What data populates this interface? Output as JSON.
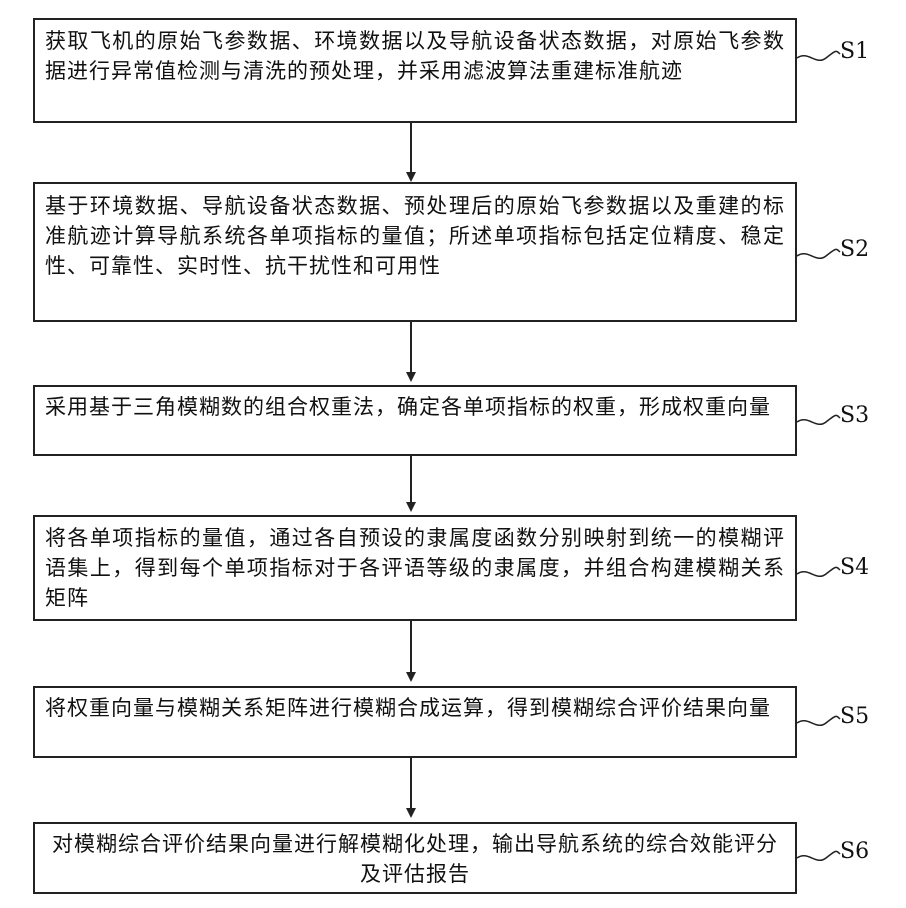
{
  "steps": [
    {
      "label": "S1",
      "text": "获取飞机的原始飞参数据、环境数据以及导航设备状态数据，对原始飞参数据进行异常值检测与清洗的预处理，并采用滤波算法重建标准航迹"
    },
    {
      "label": "S2",
      "text": "基于环境数据、导航设备状态数据、预处理后的原始飞参数据以及重建的标准航迹计算导航系统各单项指标的量值；所述单项指标包括定位精度、稳定性、可靠性、实时性、抗干扰性和可用性"
    },
    {
      "label": "S3",
      "text": "采用基于三角模糊数的组合权重法，确定各单项指标的权重，形成权重向量"
    },
    {
      "label": "S4",
      "text": "将各单项指标的量值，通过各自预设的隶属度函数分别映射到统一的模糊评语集上，得到每个单项指标对于各评语等级的隶属度，并组合构建模糊关系矩阵"
    },
    {
      "label": "S5",
      "text": "将权重向量与模糊关系矩阵进行模糊合成运算，得到模糊综合评价结果向量"
    },
    {
      "label": "S6",
      "text": "对模糊综合评价结果向量进行解模糊化处理，输出导航系统的综合效能评分及评估报告"
    }
  ]
}
